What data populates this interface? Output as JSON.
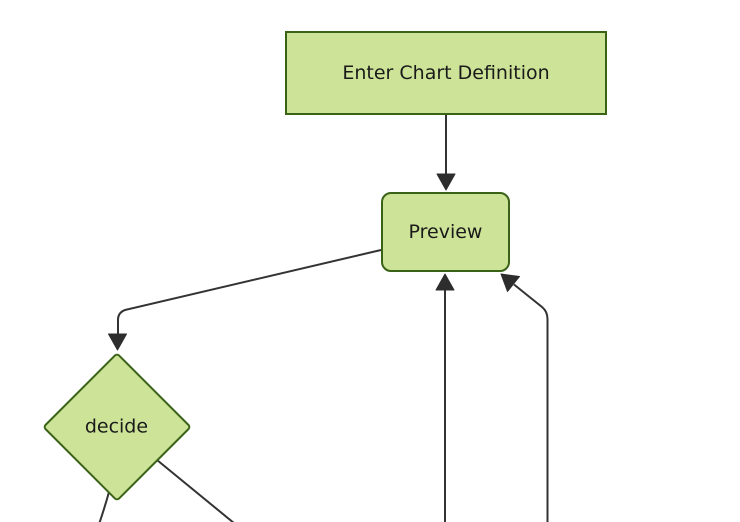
{
  "diagram": {
    "type": "flowchart",
    "orientation": "top-down",
    "view": "cropped (edges continue past bottom of viewport)",
    "nodes": [
      {
        "id": "A",
        "label": "Enter Chart Definition",
        "shape": "rectangle"
      },
      {
        "id": "B",
        "label": "Preview",
        "shape": "rounded-rectangle"
      },
      {
        "id": "C",
        "label": "decide",
        "shape": "diamond"
      }
    ],
    "edges": [
      {
        "from": "Enter Chart Definition",
        "to": "Preview",
        "arrow": "into top of Preview"
      },
      {
        "from": "Preview",
        "to": "decide",
        "arrow": "into top of decide diamond"
      },
      {
        "from": "offscreen-bottom-center",
        "to": "Preview",
        "arrow": "into bottom of Preview"
      },
      {
        "from": "offscreen-bottom-right",
        "to": "Preview",
        "arrow": "into bottom-right corner of Preview"
      },
      {
        "from": "decide",
        "to": "offscreen-bottom-left",
        "arrow": "none visible (continues off-screen)"
      },
      {
        "from": "decide",
        "to": "offscreen-bottom-right",
        "arrow": "none visible (continues off-screen)"
      }
    ],
    "colors": {
      "node_fill": "#cde498",
      "node_border": "#3a6318",
      "edge": "#333333",
      "arrowhead": "#2d2d2d",
      "text": "#1a1a1a",
      "background": "#ffffff"
    }
  }
}
